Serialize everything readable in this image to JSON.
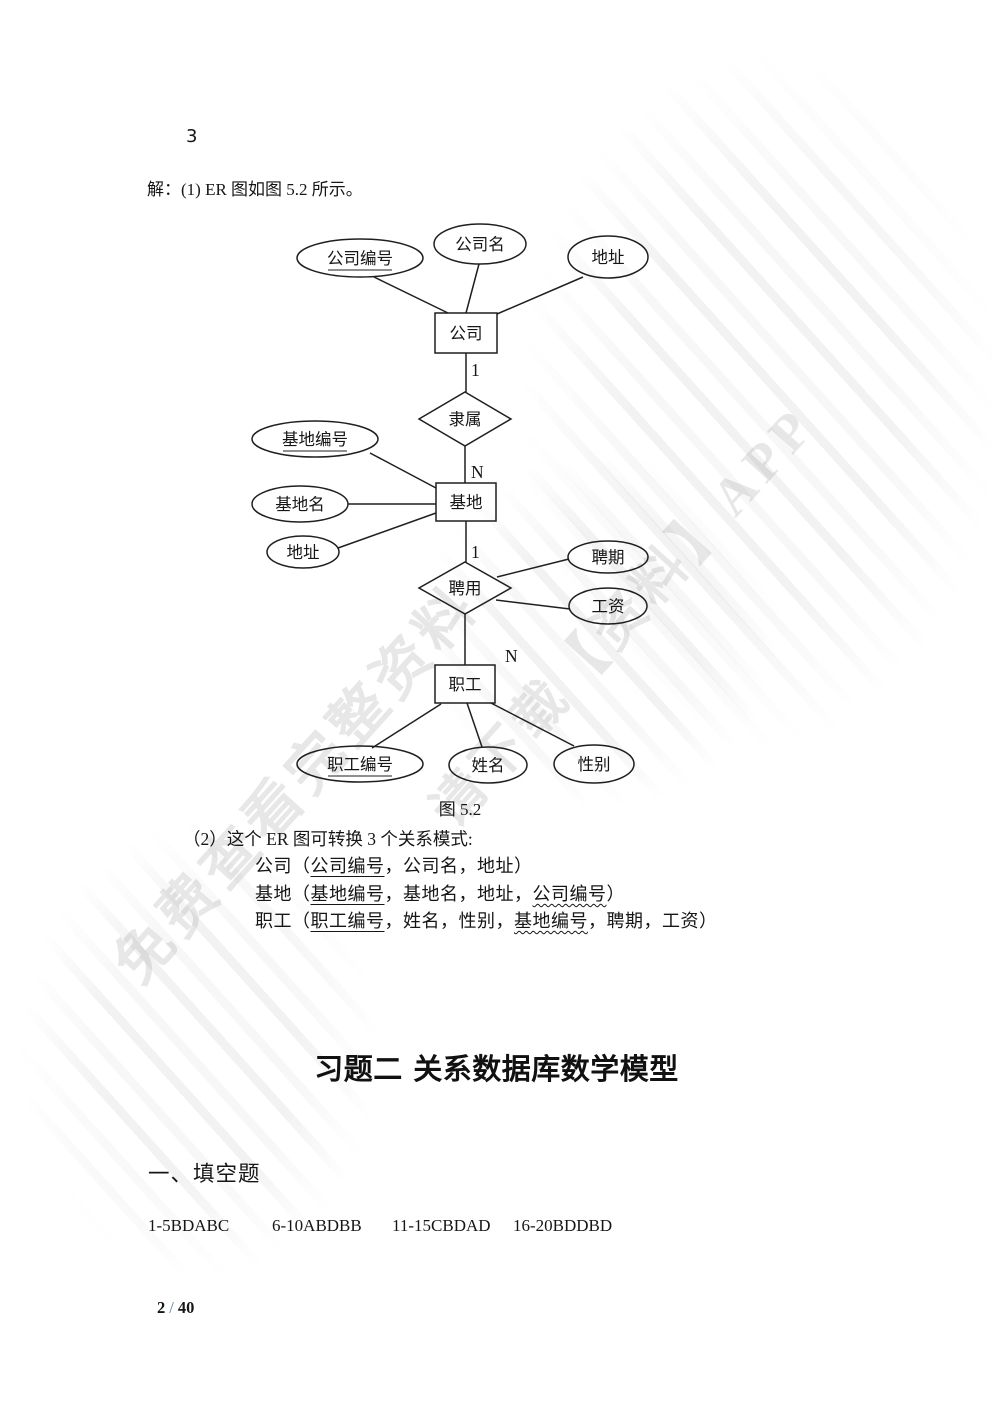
{
  "page": {
    "problem_number": "3",
    "solution_intro": "解：(1) ER 图如图 5.2 所示。",
    "figure_caption": "图 5.2",
    "footer": {
      "page": "2",
      "sep": "/",
      "total": "40"
    }
  },
  "diagram": {
    "entities": [
      {
        "label": "公司"
      },
      {
        "label": "基地"
      },
      {
        "label": "职工"
      }
    ],
    "relationships": [
      {
        "label": "隶属"
      },
      {
        "label": "聘用"
      }
    ],
    "attributes": [
      {
        "label": "公司编号",
        "key": true
      },
      {
        "label": "公司名",
        "key": false
      },
      {
        "label": "地址",
        "key": false
      },
      {
        "label": "基地编号",
        "key": true
      },
      {
        "label": "基地名",
        "key": false
      },
      {
        "label": "地址",
        "key": false
      },
      {
        "label": "聘期",
        "key": false
      },
      {
        "label": "工资",
        "key": false
      },
      {
        "label": "职工编号",
        "key": true
      },
      {
        "label": "姓名",
        "key": false
      },
      {
        "label": "性别",
        "key": false
      }
    ],
    "cardinalities": [
      {
        "label": "1"
      },
      {
        "label": "N"
      },
      {
        "label": "1"
      },
      {
        "label": "N"
      }
    ]
  },
  "relations": {
    "intro": "（2）这个 ER 图可转换 3 个关系模式:",
    "lines": [
      {
        "segments": [
          {
            "text": "公司（"
          },
          {
            "text": "公司编号"
          },
          {
            "text": "，公司名，地址）"
          }
        ]
      },
      {
        "segments": [
          {
            "text": "基地（"
          },
          {
            "text": "基地编号"
          },
          {
            "text": "，基地名，地址，"
          },
          {
            "text": "公司编号"
          },
          {
            "text": "）"
          }
        ]
      },
      {
        "segments": [
          {
            "text": "职工（"
          },
          {
            "text": "职工编号"
          },
          {
            "text": "，姓名，性别，"
          },
          {
            "text": "基地编号"
          },
          {
            "text": "，聘期，工资）"
          }
        ]
      }
    ]
  },
  "section": {
    "heading": "习题二 关系数据库数学模型",
    "subheading": "一、填空题",
    "answers": [
      "1-5BDABC",
      "6-10ABDBB",
      "11-15CBDAD",
      "16-20BDDBD"
    ]
  },
  "watermark": {
    "line1": "免费查看完整资料",
    "line2": "请下载【资料】APP"
  },
  "colors": {
    "ink": "#1f1f1f",
    "footer_slash": "#5b79a8",
    "watermark_gray": "#e2e2e2"
  }
}
